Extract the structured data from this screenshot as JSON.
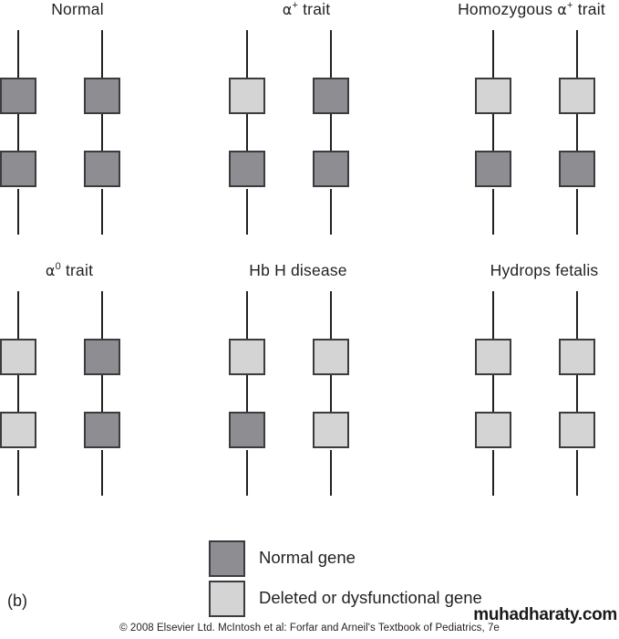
{
  "figure": {
    "letter": "(b)",
    "credit": "© 2008 Elsevier Ltd. McIntosh et al: Forfar and Arneil's Textbook of Pediatrics, 7e",
    "watermark": "muhadharaty.com",
    "colors": {
      "normal_gene": "#8e8e92",
      "deleted_gene": "#d4d4d4",
      "outline": "#3b3b40",
      "line": "#231f20",
      "background": "#ffffff"
    }
  },
  "legend": {
    "items": [
      {
        "swatch": "normal",
        "label": "Normal gene"
      },
      {
        "swatch": "deleted",
        "label": "Deleted or dysfunctional gene"
      }
    ]
  },
  "panels": [
    {
      "id": "normal",
      "title": "Normal",
      "title_parts": {
        "prefix": "Normal",
        "alpha": "",
        "sup": "",
        "suffix": ""
      },
      "chromosomes": [
        {
          "genes": [
            "normal",
            "normal"
          ]
        },
        {
          "genes": [
            "normal",
            "normal"
          ]
        }
      ]
    },
    {
      "id": "alpha-plus-trait",
      "title": "α+ trait",
      "title_parts": {
        "prefix": "",
        "alpha": "α",
        "sup": "+",
        "suffix": " trait"
      },
      "chromosomes": [
        {
          "genes": [
            "deleted",
            "normal"
          ]
        },
        {
          "genes": [
            "normal",
            "normal"
          ]
        }
      ]
    },
    {
      "id": "homozygous-alpha-plus-trait",
      "title": "Homozygous α+ trait",
      "title_parts": {
        "prefix": "Homozygous ",
        "alpha": "α",
        "sup": "+",
        "suffix": " trait"
      },
      "chromosomes": [
        {
          "genes": [
            "deleted",
            "normal"
          ]
        },
        {
          "genes": [
            "deleted",
            "normal"
          ]
        }
      ]
    },
    {
      "id": "alpha-zero-trait",
      "title": "α0 trait",
      "title_parts": {
        "prefix": "",
        "alpha": "α",
        "sup": "0",
        "suffix": " trait"
      },
      "chromosomes": [
        {
          "genes": [
            "deleted",
            "deleted"
          ]
        },
        {
          "genes": [
            "normal",
            "normal"
          ]
        }
      ]
    },
    {
      "id": "hb-h-disease",
      "title": "Hb H disease",
      "title_parts": {
        "prefix": "Hb H disease",
        "alpha": "",
        "sup": "",
        "suffix": ""
      },
      "chromosomes": [
        {
          "genes": [
            "deleted",
            "normal"
          ]
        },
        {
          "genes": [
            "deleted",
            "deleted"
          ]
        }
      ]
    },
    {
      "id": "hydrops-fetalis",
      "title": "Hydrops fetalis",
      "title_parts": {
        "prefix": "Hydrops fetalis",
        "alpha": "",
        "sup": "",
        "suffix": ""
      },
      "chromosomes": [
        {
          "genes": [
            "deleted",
            "deleted"
          ]
        },
        {
          "genes": [
            "deleted",
            "deleted"
          ]
        }
      ]
    }
  ]
}
